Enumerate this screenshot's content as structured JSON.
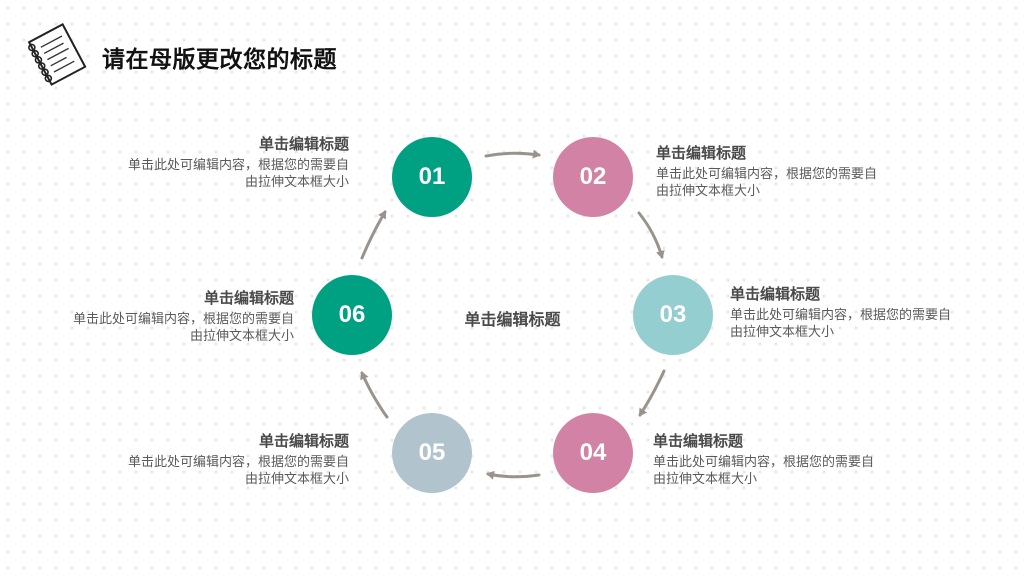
{
  "page": {
    "title": "请在母版更改您的标题"
  },
  "center": {
    "title": "单击编辑标题"
  },
  "steps": [
    {
      "num": "01",
      "heading": "单击编辑标题",
      "line1": "单击此处可编辑内容，根据您的需要自",
      "line2": "由拉伸文本框大小"
    },
    {
      "num": "02",
      "heading": "单击编辑标题",
      "line1": "单击此处可编辑内容，根据您的需要自",
      "line2": "由拉伸文本框大小"
    },
    {
      "num": "03",
      "heading": "单击编辑标题",
      "line1": "单击此处可编辑内容，根据您的需要自",
      "line2": "由拉伸文本框大小"
    },
    {
      "num": "04",
      "heading": "单击编辑标题",
      "line1": "单击此处可编辑内容，根据您的需要自",
      "line2": "由拉伸文本框大小"
    },
    {
      "num": "05",
      "heading": "单击编辑标题",
      "line1": "单击此处可编辑内容，根据您的需要自",
      "line2": "由拉伸文本框大小"
    },
    {
      "num": "06",
      "heading": "单击编辑标题",
      "line1": "单击此处可编辑内容，根据您的需要自",
      "line2": "由拉伸文本框大小"
    }
  ],
  "colors": {
    "teal": "#00a083",
    "pink": "#d282a5",
    "light_teal": "#94ced0",
    "gray_blue": "#b1c3cc",
    "arrow": "#9a938c"
  },
  "icons": {
    "header": "notebook-icon",
    "connector": "arrow-icon"
  }
}
